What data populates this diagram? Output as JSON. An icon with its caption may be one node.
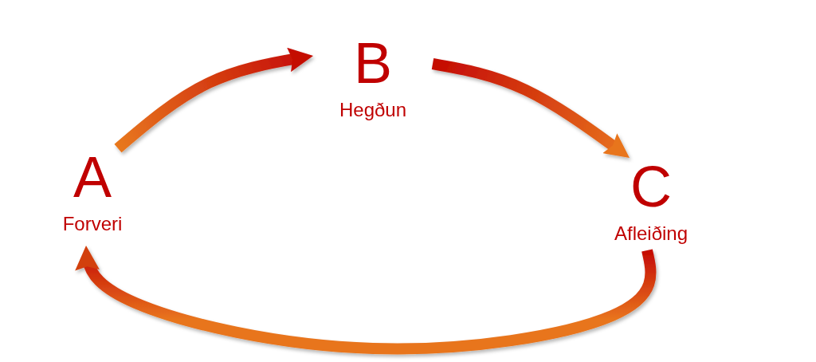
{
  "diagram": {
    "nodes": [
      {
        "text": [
          "A",
          "Forveri"
        ]
      },
      {
        "text": [
          "B",
          "Hegðun"
        ]
      },
      {
        "text": [
          "C",
          "Afleiðing"
        ]
      }
    ],
    "edges": [
      {
        "from": 0,
        "to": 1,
        "arrow": "to"
      },
      {
        "from": 1,
        "to": 2,
        "arrow": "to"
      },
      {
        "from": 2,
        "to": 0,
        "arrow": "to"
      }
    ]
  }
}
